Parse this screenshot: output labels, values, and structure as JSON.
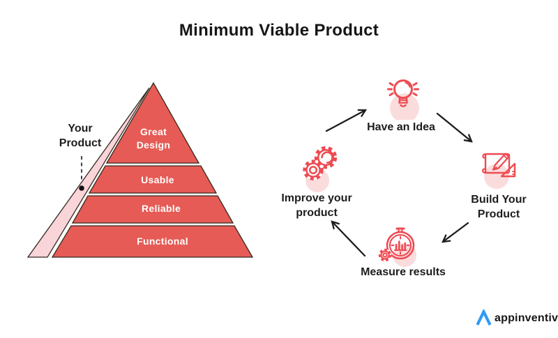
{
  "title": "Minimum Viable Product",
  "pyramid": {
    "annotation": "Your Product",
    "layers": [
      {
        "label": "Great Design"
      },
      {
        "label": "Usable"
      },
      {
        "label": "Reliable"
      },
      {
        "label": "Functional"
      }
    ]
  },
  "cycle": {
    "steps": [
      {
        "label": "Have an Idea",
        "icon": "lightbulb-icon"
      },
      {
        "label": "Build Your Product",
        "icon": "blueprint-pencil-icon"
      },
      {
        "label": "Measure results",
        "icon": "stopwatch-chart-icon"
      },
      {
        "label": "Improve your product",
        "icon": "gears-icon"
      }
    ]
  },
  "footer": {
    "brand": "appinventiv"
  },
  "colors": {
    "pyramid_red": "#e65b55",
    "wedge_pink": "#f9d4d8",
    "outline_dark": "#33291f",
    "icon_red": "#ee4b52",
    "halo_pink": "#fbdcdd",
    "arrow_black": "#1d1d1d",
    "logo_blue": "#2e9bf6",
    "text_dark": "#1d1d1d"
  }
}
